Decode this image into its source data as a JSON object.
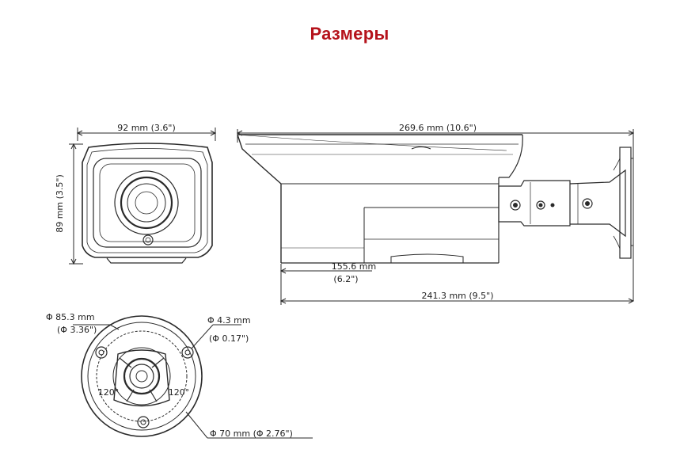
{
  "title": "Размеры",
  "front_view": {
    "width_label": "92 mm (3.6\")",
    "height_label": "89 mm (3.5\")"
  },
  "side_view": {
    "total_length_label": "269.6 mm (10.6\")",
    "housing_length_label_line1": "155.6 mm",
    "housing_length_label_line2": "(6.2\")",
    "body_length_label": "241.3 mm (9.5\")"
  },
  "base_view": {
    "outer_diameter_line1": "Φ 85.3 mm",
    "outer_diameter_line2": "(Φ 3.36\")",
    "hole_diameter_line1": "Φ 4.3 mm",
    "hole_diameter_line2": "(Φ 0.17\")",
    "angle_left": "120°",
    "angle_right": "120°",
    "bolt_circle_label": "Φ 70 mm (Φ 2.76\")"
  },
  "colors": {
    "title": "#b5121b",
    "line": "#2a2a2a"
  }
}
